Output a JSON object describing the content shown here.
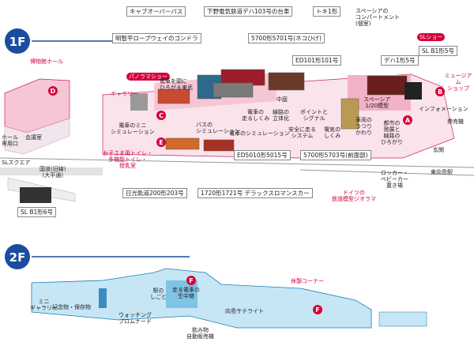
{
  "floor1": {
    "floor_label": "1F",
    "pins": [
      "D",
      "C",
      "E",
      "A",
      "B"
    ],
    "callouts": {
      "museum_hall": "博物館ホール",
      "gallery": "ギャラリー",
      "panorama": "パノラマショー",
      "kids_toilet": "お子さま用トイレ・\n多機能トイレ・\n授乳室",
      "sl_show": "SLショー",
      "museum_shop": "ミュージアム\nショップ",
      "german_diorama": "ドイツの\n鉄道模型ジオラマ"
    },
    "boxes": {
      "cabover_bus": "キャブオーバーバス",
      "deha103": "下野電気鉄道デハ103号の台車",
      "toki1": "トキ1形",
      "spacia_compartment": "スペーシアの\nコンパートメント\n(個室)",
      "akechidaira": "明智平ロープウェイのゴンドラ",
      "c5700_5701": "5700形5701号(ネコひげ)",
      "deha5": "デハ1形5号",
      "sl_b1_5": "SL B1形5号",
      "ed101": "ED101形101号",
      "ed5010": "ED5010形5015号",
      "c5700_5703": "5700形5703号(前面部)",
      "nikko_200": "日光軌道200形203号",
      "c1720": "1720形1721号 デラックスロマンスカー",
      "sl_b1_6": "SL B1形6号"
    },
    "labels": {
      "seaside_route": "駕車を頭に\nひろがる東武",
      "train_mini_sim": "電車のミニ\nシミュレーション",
      "bus_sim": "バスの\nシミュレーション",
      "train_sim": "電車のシミュレーション",
      "how_trains_run": "電車の\n走るしくみ",
      "line_3d": "線路の\n立体化",
      "point_signal": "ポイントと\nシグナル",
      "nakaniwa": "中庭",
      "spacia_model": "スペーシア\n1/20模型",
      "safety_system": "安全に走る\nシステム",
      "electric_train_works": "電気の\nしくみ",
      "car_changes": "車両の\nうつり\nかわり",
      "city_rail_growth": "都市の\n発展と\n線路の\nひろがり",
      "information": "インフォメーション",
      "ticket_office": "券売機",
      "entrance": "玄関",
      "hall_only": "ホール\n専用口",
      "meeting_room": "会議室",
      "sl_square": "SLスクエア",
      "route_road": "国道(旧線)\n(大平通)",
      "locker": "ロッカー・\nベビーカー\n置き場",
      "higashi_mukojima": "東向島駅"
    }
  },
  "floor2": {
    "floor_label": "2F",
    "pins": [
      "F",
      "F"
    ],
    "callouts": {
      "rest_corner": "休憩コーナー"
    },
    "labels": {
      "mini_gallery": "ミニ\nギャラリー",
      "archive": "記念物・保存物",
      "watching_promenade": "ウォッチング\nプロムナード",
      "station_work": "駅の\nしごと",
      "train_creation": "走る電車の\n生中継",
      "mukojima_satellite": "向島サテライト",
      "vending": "飲み物\n自動販売機"
    }
  }
}
